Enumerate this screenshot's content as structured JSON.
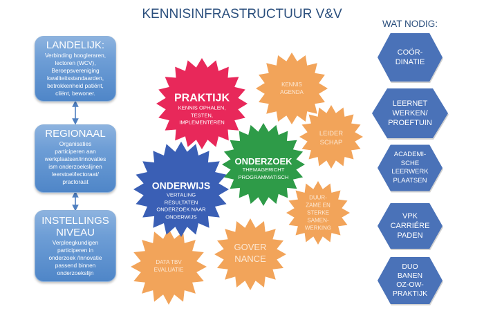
{
  "title": "KENNISINFRASTRUCTUUR V&V",
  "levels": [
    {
      "heading": "LANDELIJK:",
      "lines": [
        "Verbinding hoogleraren,",
        "lectoren (WCV),",
        "Beroepsvereniging",
        "kwaliteitsstandaarden,",
        "betrokkenheid patiënt,",
        "cliënt, bewoner."
      ]
    },
    {
      "heading": "REGIONAAL",
      "lines": [
        "Organisaties",
        "participeren aan",
        "werkplaatsen/innovaties",
        "ism onderzoekslijnen",
        "leerstoel/lectoraat/",
        "practoraat"
      ]
    },
    {
      "heading_lines": [
        "INSTELLINGS",
        "NIVEAU"
      ],
      "lines": [
        "Verpleegkundigen",
        "participeren in",
        "onderzoek /Innovatie",
        "passend binnen",
        "onderzoekslijn"
      ]
    }
  ],
  "pillars": {
    "praktijk": {
      "heading": "PRAKTIJK",
      "lines": [
        "KENNIS OPHALEN,",
        "TESTEN,",
        "IMPLEMENTEREN"
      ],
      "color": "#E8285A"
    },
    "onderzoek": {
      "heading": "ONDERZOEK",
      "lines": [
        "THEMAGERICHT",
        "PROGRAMMATISCH"
      ],
      "color": "#2E9B48"
    },
    "onderwijs": {
      "heading": "ONDERWIJS",
      "lines": [
        "VERTALING",
        "RESULTATEN",
        "ONDERZOEK NAAR",
        "ONDERWIJS"
      ],
      "color": "#3A5FB5"
    }
  },
  "themes": {
    "color": "#F2A45A",
    "kennis_agenda": [
      "KENNIS",
      "AGENDA"
    ],
    "leiderschap": [
      "LEIDER",
      "SCHAP"
    ],
    "duurzame": [
      "DUUR-",
      "ZAME EN",
      "STERKE",
      "SAMEN-",
      "WERKING"
    ],
    "governance": [
      "GOVER",
      "NANCE"
    ],
    "data": [
      "DATA TBV",
      "EVALUATIE"
    ]
  },
  "wat_nodig": {
    "title": "WAT NODIG:",
    "color": "#4A72B8",
    "items": [
      [
        "COÖR-",
        "DINATIE"
      ],
      [
        "LEERNET",
        "WERKEN/",
        "PROEFTUIN"
      ],
      [
        "ACADEMI-",
        "SCHE",
        "LEERWERK",
        "PLAATSEN"
      ],
      [
        "VPK",
        "CARRIÉRE",
        "PADEN"
      ],
      [
        "DUO",
        "BANEN",
        "OZ-OW-",
        "PRAKTIJK"
      ]
    ]
  }
}
